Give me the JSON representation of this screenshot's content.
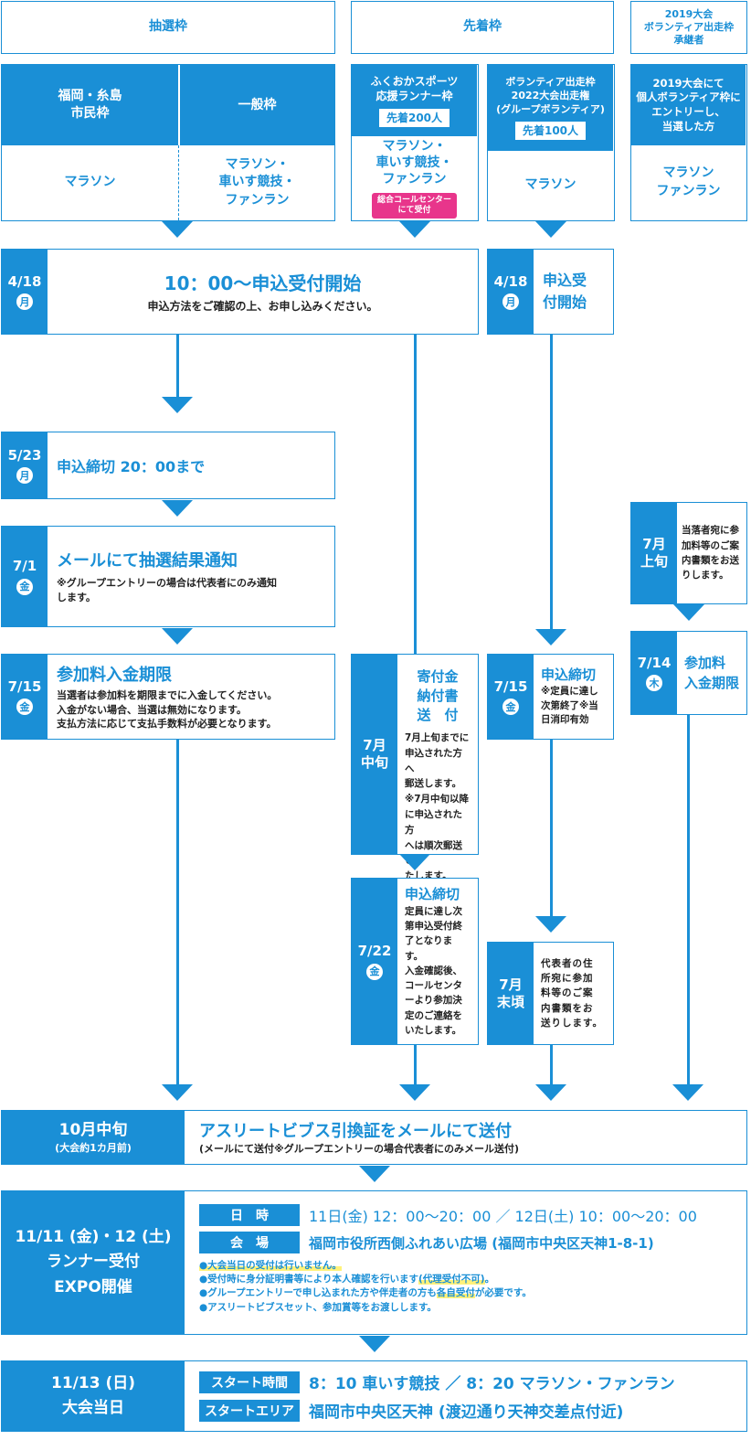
{
  "headers": {
    "lottery": "抽選枠",
    "first_come": "先着枠",
    "volunteer_2019": "2019大会\nボランティア出走枠\n承継者"
  },
  "categories": {
    "fukuoka_itoshima": {
      "title": "福岡・糸島\n市民枠",
      "events": "マラソン"
    },
    "general": {
      "title": "一般枠",
      "events": "マラソン・\n車いす競技・\nファンラン"
    },
    "fukuoka_sports": {
      "title": "ふくおかスポーツ\n応援ランナー枠",
      "badge": "先着200人",
      "events": "マラソン・\n車いす競技・\nファンラン",
      "note": "総合コールセンター\nにて受付"
    },
    "volunteer_2022": {
      "title": "ボランティア出走枠\n2022大会出走権\n(グループボランティア)",
      "badge": "先着100人",
      "events": "マラソン"
    },
    "volunteer_2019_succ": {
      "title": "2019大会にて\n個人ボランティア枠に\nエントリーし、\n当選した方",
      "events": "マラソン\nファンラン"
    }
  },
  "steps": {
    "s1": {
      "date": "4/18",
      "day": "月",
      "title": "10：00～申込受付開始",
      "note": "申込方法をご確認の上、お申し込みください。"
    },
    "s1b": {
      "date": "4/18",
      "day": "月",
      "title": "申込受\n付開始"
    },
    "s2": {
      "date": "5/23",
      "day": "月",
      "title": "申込締切 20：00まで"
    },
    "s3": {
      "date": "7/1",
      "day": "金",
      "title": "メールにて抽選結果通知",
      "note": "※グループエントリーの場合は代表者にのみ通知\nします。"
    },
    "s4": {
      "date": "7/15",
      "day": "金",
      "title": "参加料入金期限",
      "note": "当選者は参加料を期限までに入金してください。\n入金がない場合、当選は無効になります。\n支払方法に応じて支払手数料が必要となります。"
    },
    "s5": {
      "date": "7月\n中旬",
      "title": "寄付金\n納付書\n送　付",
      "note": "7月上旬までに\n申込された方へ\n郵送します。\n※7月中旬以降\nに申込された方\nへは順次郵送い\nたします。"
    },
    "s6": {
      "date": "7/15",
      "day": "金",
      "title": "申込締切",
      "note": "※定員に達し\n次第終了※当\n日消印有効"
    },
    "s7": {
      "date": "7月\n上旬",
      "note": "当落者宛に参\n加料等のご案\n内書類をお送\nりします。"
    },
    "s8": {
      "date": "7/14",
      "day": "木",
      "title": "参加料\n入金期限"
    },
    "s9": {
      "date": "7/22",
      "day": "金",
      "title": "申込締切",
      "note": "定員に達し次\n第申込受付終\n了となります。\n入金確認後、\nコールセンタ\nーより参加決\n定のご連絡を\nいたします。"
    },
    "s10": {
      "date": "7月\n末頃",
      "note": "代表者の住\n所宛に参加\n料等のご案\n内書類をお\n送りします。"
    }
  },
  "bibs": {
    "date": "10月中旬",
    "sub": "(大会約1カ月前)",
    "title": "アスリートビブス引換証をメールにて送付",
    "note": "(メールにて送付※グループエントリーの場合代表者にのみメール送付)"
  },
  "expo": {
    "date": "11/11 (金)・12 (土)\nランナー受付\nEXPO開催",
    "time_label": "日　時",
    "time_value": "11日(金) 12：00～20：00 ／ 12日(土) 10：00～20：00",
    "venue_label": "会　場",
    "venue_value": "福岡市役所西側ふれあい広場 (福岡市中央区天神1-8-1)",
    "bullet1": "●大会当日の受付は行いません。",
    "bullet2a": "●受付時に身分証明書等により本人確認を行います",
    "bullet2b": "(代理受付不可)",
    "bullet2c": "。",
    "bullet3a": "●グループエントリーで申し込まれた方や伴走者の方も",
    "bullet3b": "各自受付",
    "bullet3c": "が必要です。",
    "bullet4": "●アスリートビブスセット、参加賞等をお渡しします。"
  },
  "race_day": {
    "date": "11/13 (日)\n大会当日",
    "start_time_label": "スタート時間",
    "start_time_value": "8：10 車いす競技 ／ 8：20 マラソン・ファンラン",
    "start_area_label": "スタートエリア",
    "start_area_value": "福岡市中央区天神 (渡辺通り天神交差点付近)"
  },
  "colors": {
    "primary": "#1a8fd6",
    "pink": "#e8358b",
    "highlight": "#fff27a"
  }
}
